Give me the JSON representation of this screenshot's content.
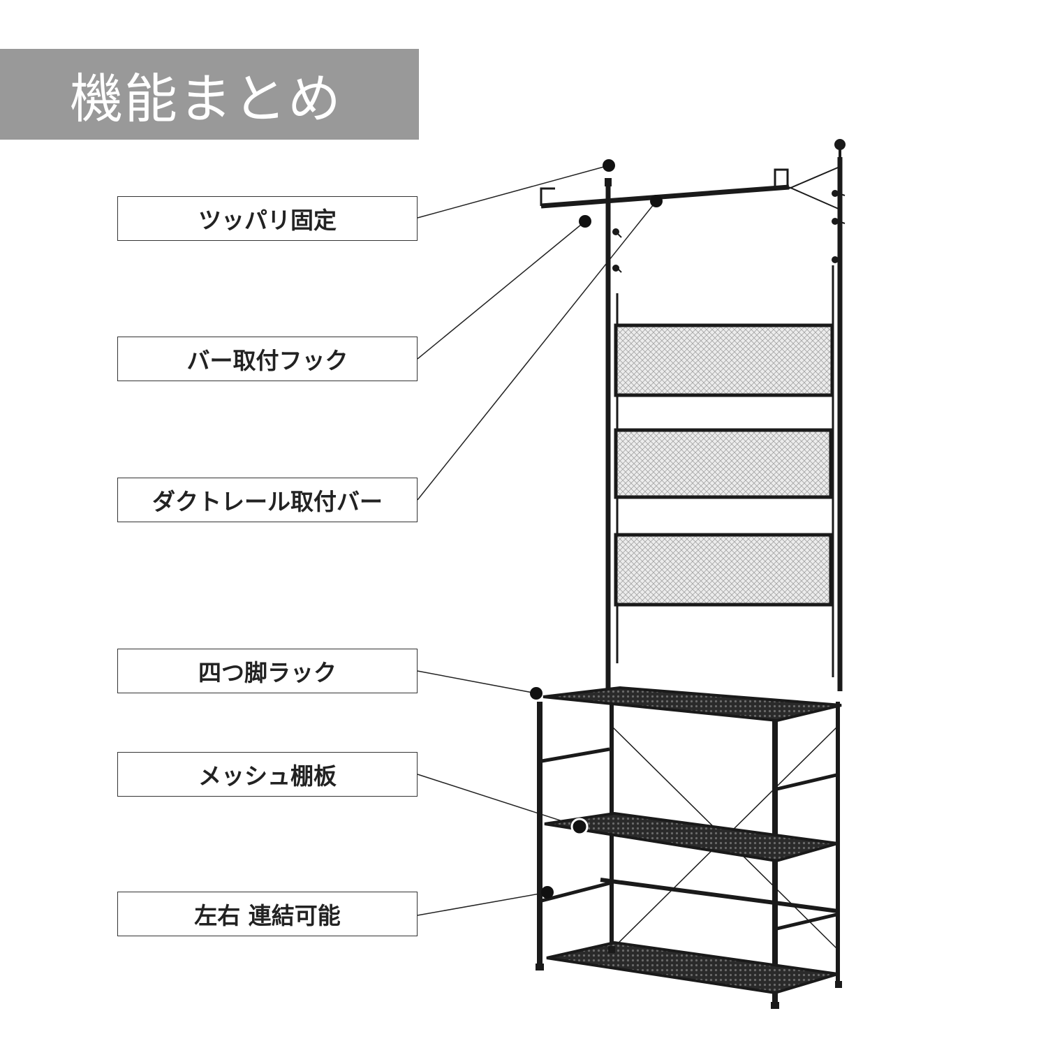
{
  "title": "機能まとめ",
  "labels": [
    {
      "id": "tension-fix",
      "text": "ツッパリ固定"
    },
    {
      "id": "bar-hook",
      "text": "バー取付フック"
    },
    {
      "id": "duct-rail-bar",
      "text": "ダクトレール取付バー"
    },
    {
      "id": "four-leg-rack",
      "text": "四つ脚ラック"
    },
    {
      "id": "mesh-shelf",
      "text": "メッシュ棚板"
    },
    {
      "id": "side-connect",
      "text": "左右 連結可能"
    }
  ],
  "colors": {
    "banner": "#999999",
    "frame": "#1a1a1a",
    "mesh": "#d9d9d9"
  }
}
